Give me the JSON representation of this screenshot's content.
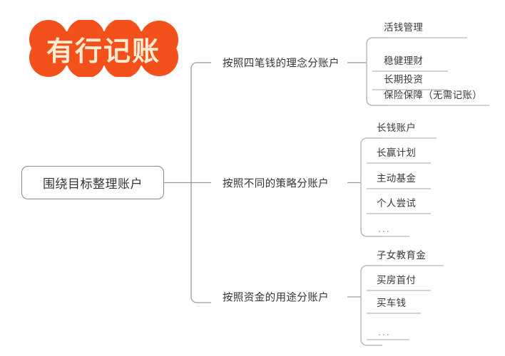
{
  "diagram": {
    "type": "mindmap",
    "logo": {
      "text": "有行记账",
      "badge_color": "#F4501C",
      "text_color": "#FBEBD0",
      "shape": "scalloped-cloud-blob"
    },
    "root": {
      "label": "围绕目标整理账户",
      "border_color": "#8a8a8a",
      "text_color": "#333333"
    },
    "line_color": "#b0b0b0",
    "branches": [
      {
        "label": "按照四笔钱的理念分账户",
        "leaves": [
          {
            "label": "活钱管理"
          },
          {
            "label": "稳健理财"
          },
          {
            "label": "长期投资"
          },
          {
            "label": "保险保障（无需记账）"
          }
        ]
      },
      {
        "label": "按照不同的策略分账户",
        "leaves": [
          {
            "label": "长钱账户"
          },
          {
            "label": "长赢计划"
          },
          {
            "label": "主动基金"
          },
          {
            "label": "个人尝试"
          },
          {
            "label": "..."
          }
        ]
      },
      {
        "label": "按照资金的用途分账户",
        "leaves": [
          {
            "label": "子女教育金"
          },
          {
            "label": "买房首付"
          },
          {
            "label": "买车钱"
          },
          {
            "label": "..."
          }
        ]
      }
    ]
  }
}
